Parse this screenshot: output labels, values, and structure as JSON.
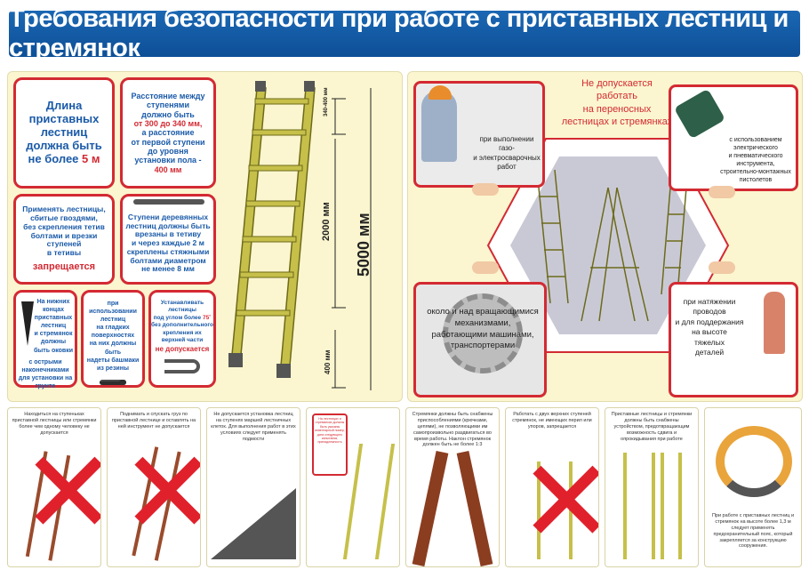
{
  "title": "Требования безопасности при работе с приставных лестниц и стремянок",
  "left_panel": {
    "length_box": {
      "line1": "Длина",
      "line2": "приставных лестниц",
      "line3": "должна быть",
      "line4_prefix": "не более ",
      "line4_value": "5 м"
    },
    "distance_box": {
      "line1": "Расстояние между",
      "line2": "ступенями",
      "line3": "должно быть",
      "line4": "от 300 до 340 мм,",
      "line5": "а расстояние",
      "line6": "от первой ступени",
      "line7": "до уровня",
      "line8": "установки пола -",
      "line9": "400 мм"
    },
    "nails_box": {
      "line1": "Применять лестницы,",
      "line2": "сбитые гвоздями,",
      "line3": "без скрепления тетив",
      "line4": "болтами и врезки ступеней",
      "line5": "в тетивы",
      "line6": "запрещается"
    },
    "steps_box": {
      "line1": "Ступени деревянных",
      "line2": "лестниц должны быть",
      "line3": "врезаны в тетиву",
      "line4": "и через каждые 2 м",
      "line5": "скреплены стяжными",
      "line6": "болтами диаметром",
      "line7": "не менее 8 мм"
    },
    "small1": {
      "line1": "На нижних концах",
      "line2": "приставных лестниц",
      "line3": "и стремянок должны",
      "line4": "быть оковки",
      "line5": "с острыми наконечниками",
      "line6": "для установки на грунте"
    },
    "small2": {
      "line1": "при использовании лестниц",
      "line2": "на гладких поверхностях",
      "line3": "на них должны быть",
      "line4": "надеты башмаки из резины"
    },
    "small3": {
      "line1": "Устанавливать лестницы",
      "line2_prefix": "под углом более ",
      "line2_value": "75˚",
      "line3": "без дополнительного",
      "line4": "крепления их верхней части",
      "line5": "не допускается"
    },
    "dim_top": "340-400 мм",
    "dim_mid": "2000 мм",
    "dim_total": "5000 мм",
    "dim_bottom": "400 мм"
  },
  "right_panel": {
    "heading": {
      "line1": "Не допускается",
      "line2": "работать",
      "line3": "на переносных",
      "line4": "лестницах и стремянках"
    },
    "gas": {
      "line1": "при выполнении",
      "line2": "газо-",
      "line3": "и электросварочных",
      "line4": "работ"
    },
    "tools": {
      "line1": "с использованием",
      "line2": "электрического",
      "line3": "и пневматического",
      "line4": "инструмента,",
      "line5": "строительно-монтажных",
      "line6": "пистолетов"
    },
    "mechanisms": {
      "line1": "около и над вращающимися",
      "line2": "механизмами,",
      "line3": "работающими машинами,",
      "line4": "транспортерами"
    },
    "wires": {
      "line1": "при натяжении",
      "line2": "проводов",
      "line3": "и для поддержания",
      "line4": "на высоте",
      "line5": "тяжелых",
      "line6": "деталей"
    }
  },
  "bottom_cards": [
    {
      "text": "Находиться на ступеньках приставной лестницы или стремянки более чем одному человеку не допускается"
    },
    {
      "text": "Поднимать и спускать груз по приставной лестнице и оставлять на ней инструмент не допускается"
    },
    {
      "text": "Не допускается установка лестниц на ступенях маршей лестничных клеток. Для выполнения работ в этих условиях следует применять подмости"
    },
    {
      "text": "На лестницах и стремянках должны быть указаны инвентарный номер, дата следующего испытания, принадлежность"
    },
    {
      "text": "Стремянки должны быть снабжены приспособлениями (крючками, цепями), не позволяющими им самопроизвольно раздвигаться во время работы. Наклон стремянок должен быть не более 1:3"
    },
    {
      "text": "Работать с двух верхних ступеней стремянок, не имеющих перил или упоров, запрещается"
    },
    {
      "text": "Приставные лестницы и стремянки должны быть снабжены устройством, предотвращающим возможность сдвига и опрокидывания при работе"
    },
    {
      "text": "При работе с приставных лестниц и стремянок на высоте более 1,3 м следует применять предохранительный пояс, который закрепляется за конструкцию сооружения."
    }
  ],
  "colors": {
    "title_bg": "#1b67b3",
    "panel_bg": "#fbf6cf",
    "accent_red": "#d32a33",
    "text_blue": "#1a5aa8",
    "ladder": "#c6c04a"
  }
}
